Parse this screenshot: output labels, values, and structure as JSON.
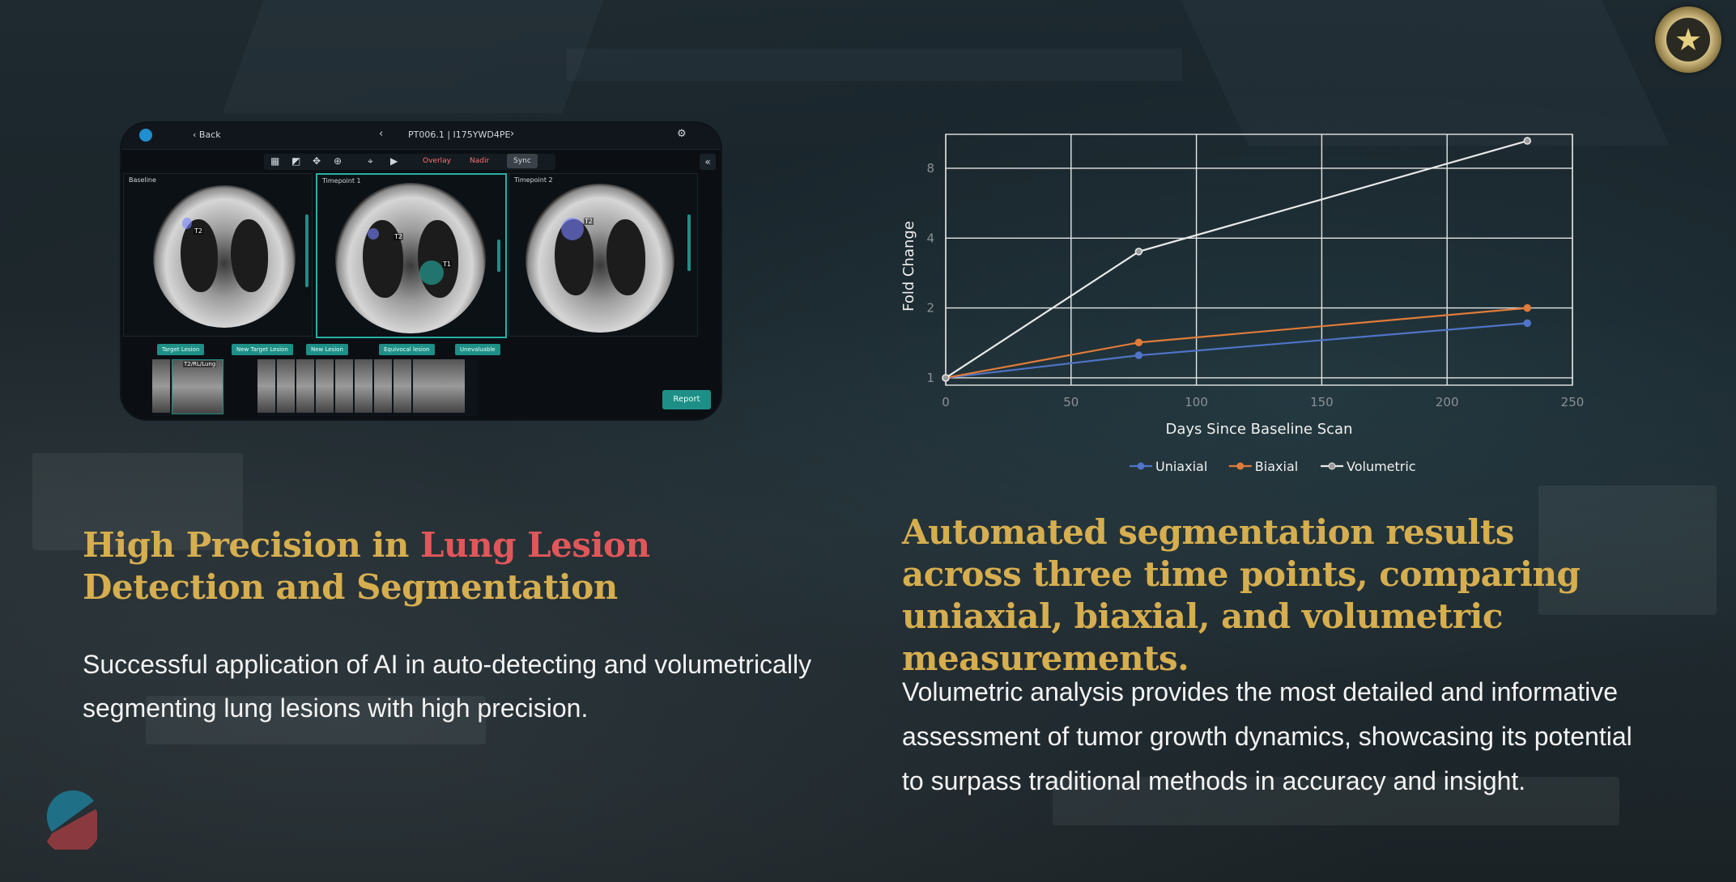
{
  "app": {
    "back_label": "Back",
    "patient_id": "PT006.1 | I175YWD4PE",
    "overlay_label": "Overlay",
    "nadir_label": "Nadir",
    "sync_label": "Sync",
    "panels": [
      {
        "title": "Baseline",
        "lesion_labels": [
          "T2"
        ]
      },
      {
        "title": "Timepoint 1",
        "lesion_labels": [
          "T2",
          "T1"
        ]
      },
      {
        "title": "Timepoint 2",
        "lesion_labels": [
          "T2"
        ]
      }
    ],
    "lesion_tags": [
      "Target Lesion",
      "New Target Lesion",
      "New Lesion",
      "Equivocal lesion",
      "Unevaluable"
    ],
    "thumb_caption": "T2/RL/Lung",
    "report_label": "Report",
    "accent_color": "#1e8f86"
  },
  "chart_data": {
    "type": "line",
    "xlabel": "Days Since Baseline Scan",
    "ylabel": "Fold Change",
    "xlim": [
      0,
      250
    ],
    "x_ticks": [
      0,
      50,
      100,
      150,
      200,
      250
    ],
    "y_scale": "log2",
    "y_ticks": [
      1,
      2,
      4,
      8
    ],
    "grid": true,
    "legend_position": "bottom-center",
    "series": [
      {
        "name": "Uniaxial",
        "color": "#4f74c8",
        "x": [
          0,
          77,
          232
        ],
        "y": [
          1.0,
          1.25,
          1.72
        ]
      },
      {
        "name": "Biaxial",
        "color": "#e07b39",
        "x": [
          0,
          77,
          232
        ],
        "y": [
          1.0,
          1.42,
          2.0
        ]
      },
      {
        "name": "Volumetric",
        "color": "#e9e9e9",
        "x": [
          0,
          77,
          232
        ],
        "y": [
          1.0,
          3.5,
          10.5
        ]
      }
    ]
  },
  "left": {
    "heading_pre": "High Precision in ",
    "heading_highlight": "Lung Lesion",
    "heading_post": " Detection and Segmentation",
    "body": "Successful application of AI in auto-detecting and volumetrically segmenting lung lesions with high precision."
  },
  "right": {
    "heading": "Automated segmentation results across three time points, comparing uniaxial, biaxial, and volumetric measurements.",
    "body": "Volumetric analysis provides the most detailed and informative assessment of tumor growth dynamics, showcasing its potential to surpass traditional methods in accuracy and insight."
  },
  "colors": {
    "heading_gold": "#d6ae4f",
    "highlight_red": "#e0575a",
    "body_text": "#f3f3f3"
  }
}
